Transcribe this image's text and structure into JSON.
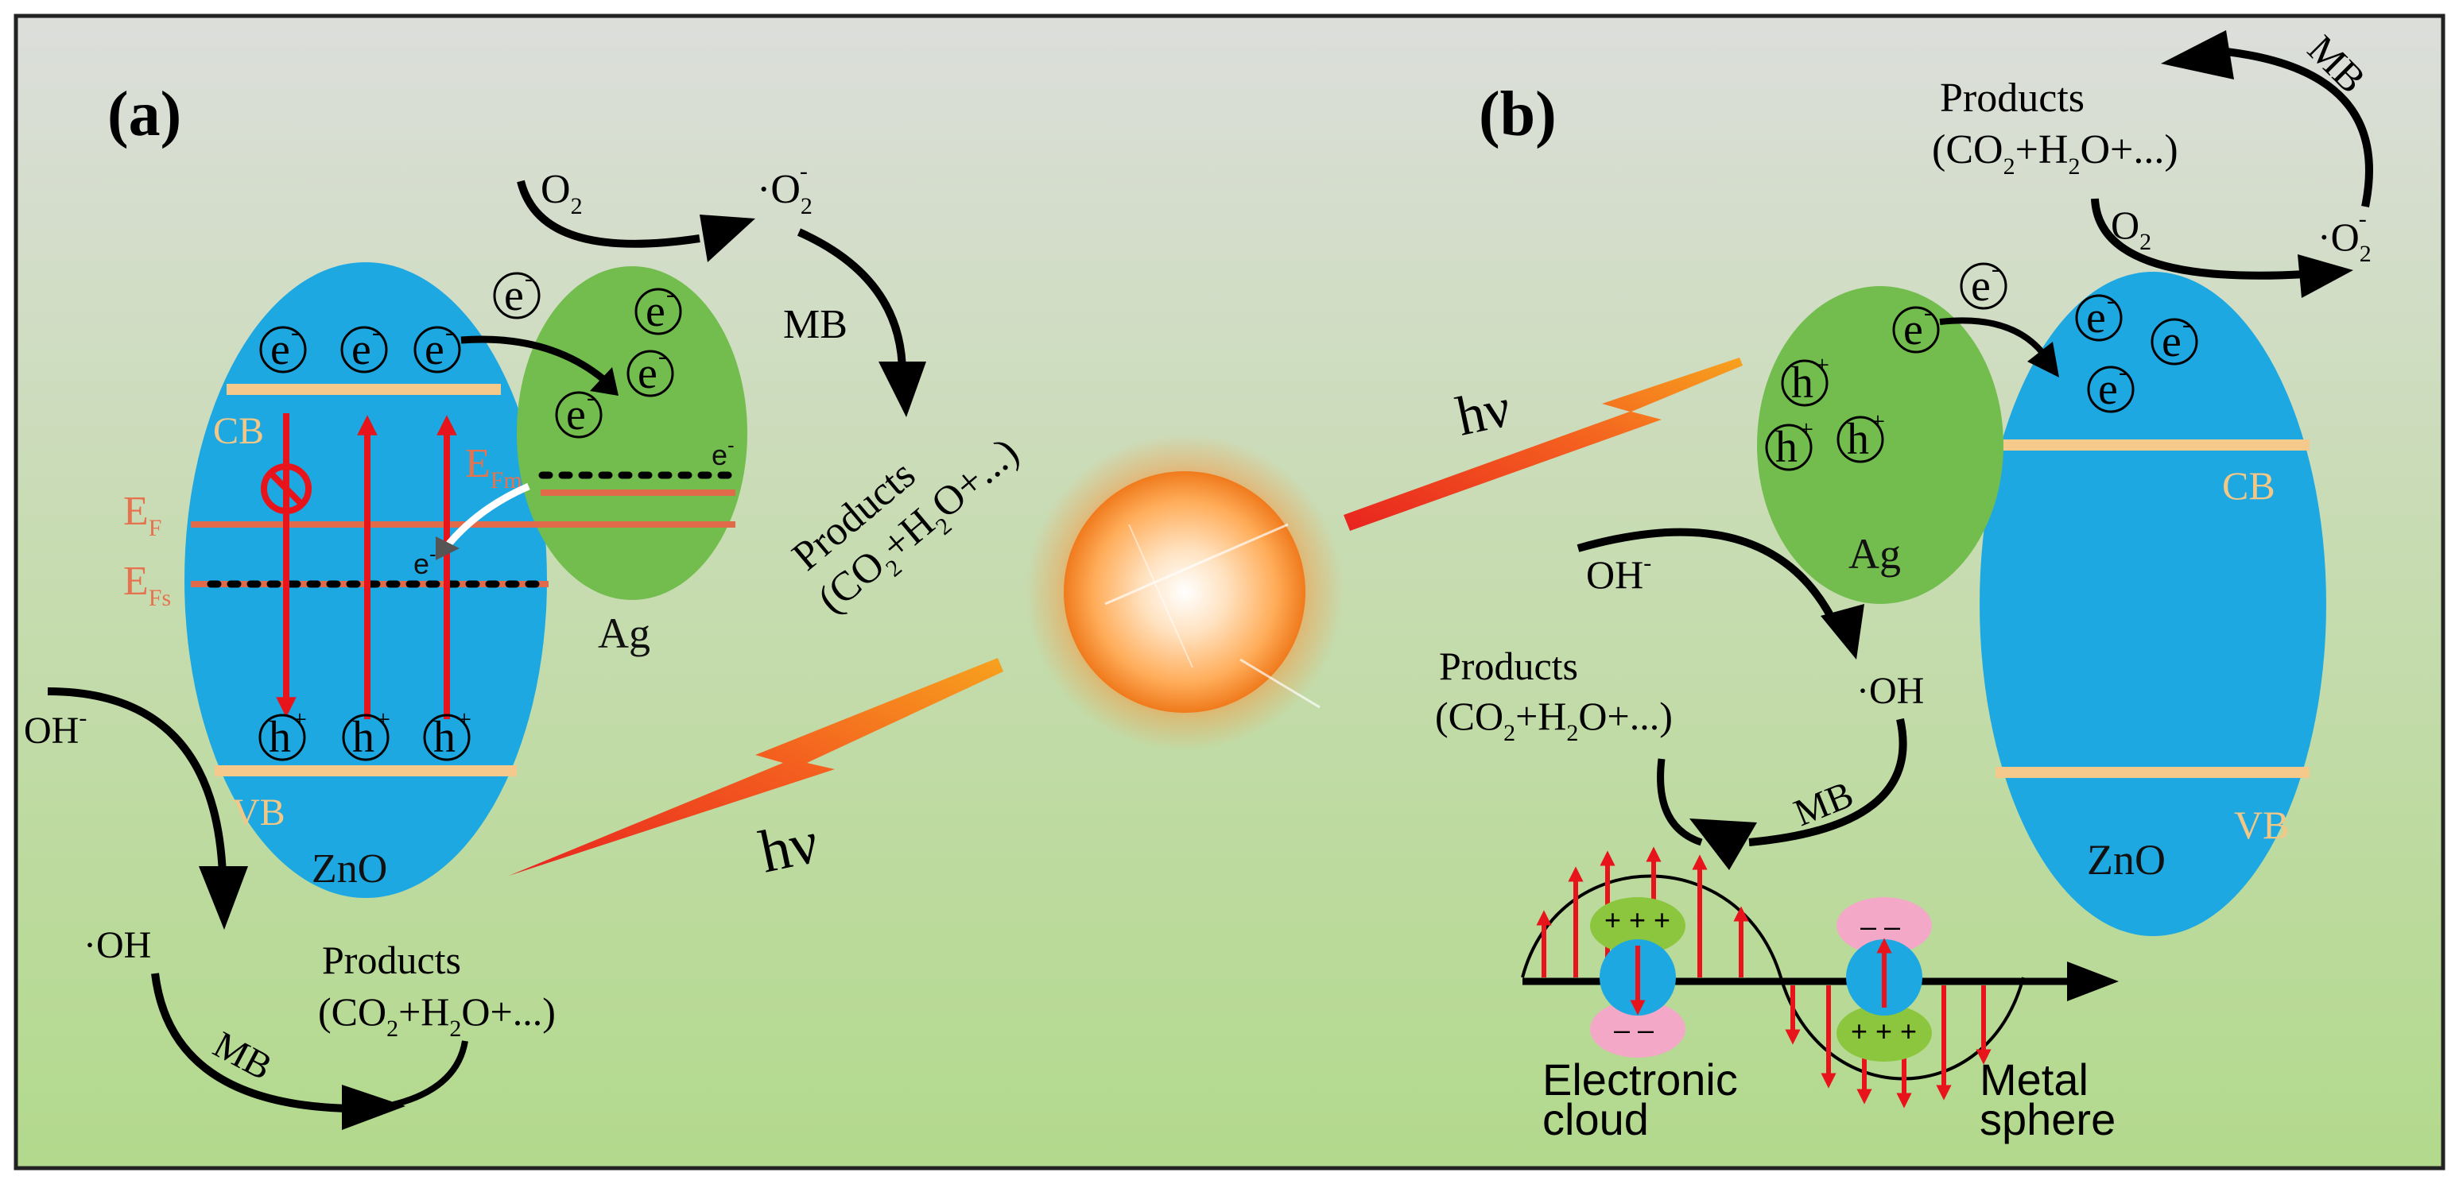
{
  "colors": {
    "bg_top": "#dcdedb",
    "bg_bottom": "#b2d98c",
    "zno_blue": "#1ea8e2",
    "ag_green": "#72bd4e",
    "band_tan": "#f5c98b",
    "fermi_line": "#e06a4a",
    "fermi_label": "#e6734f",
    "red_arrow": "#e8141c",
    "band_label": "#f3c785",
    "pink": "#f4a8c8",
    "lightgreen": "#8cc63f"
  },
  "panel_a": {
    "label": "(a)",
    "electron": "e",
    "electron_charge": "-",
    "hole": "h",
    "hole_charge": "+",
    "cb": "CB",
    "vb": "VB",
    "ef": "E",
    "ef_sub": "F",
    "efs_sub": "Fs",
    "efm_sub": "Fm",
    "zno": "ZnO",
    "ag": "Ag",
    "small_e": "e",
    "o2_base": "O",
    "o2_sub": "2",
    "o2rad_dot": "·O",
    "o2rad_sub": "2",
    "o2rad_sup": "-",
    "mb": "MB",
    "products_word": "Products",
    "products_open": "(CO",
    "products_sub1": "2",
    "products_mid": "+H",
    "products_sub2": "2",
    "products_end": "O+...)",
    "oh_minus": "OH",
    "oh_minus_sup": "-",
    "oh_rad": "·OH",
    "hv": "hν"
  },
  "panel_b": {
    "label": "(b)",
    "electron": "e",
    "electron_charge": "-",
    "hole": "h",
    "hole_charge": "+",
    "cb": "CB",
    "vb": "VB",
    "zno": "ZnO",
    "ag": "Ag",
    "o2_base": "O",
    "o2_sub": "2",
    "o2rad_dot": "·O",
    "o2rad_sub": "2",
    "o2rad_sup": "-",
    "mb": "MB",
    "products_word": "Products",
    "products_open": "(CO",
    "products_sub1": "2",
    "products_mid": "+H",
    "products_sub2": "2",
    "products_end": "O+...)",
    "oh_minus": "OH",
    "oh_minus_sup": "-",
    "oh_rad": "·OH",
    "hv": "hν",
    "plus_signs": "+ + +",
    "minus_signs": "– –",
    "electronic_cloud_1": "Electronic",
    "electronic_cloud_2": "cloud",
    "metal_sphere_1": "Metal",
    "metal_sphere_2": "sphere"
  }
}
